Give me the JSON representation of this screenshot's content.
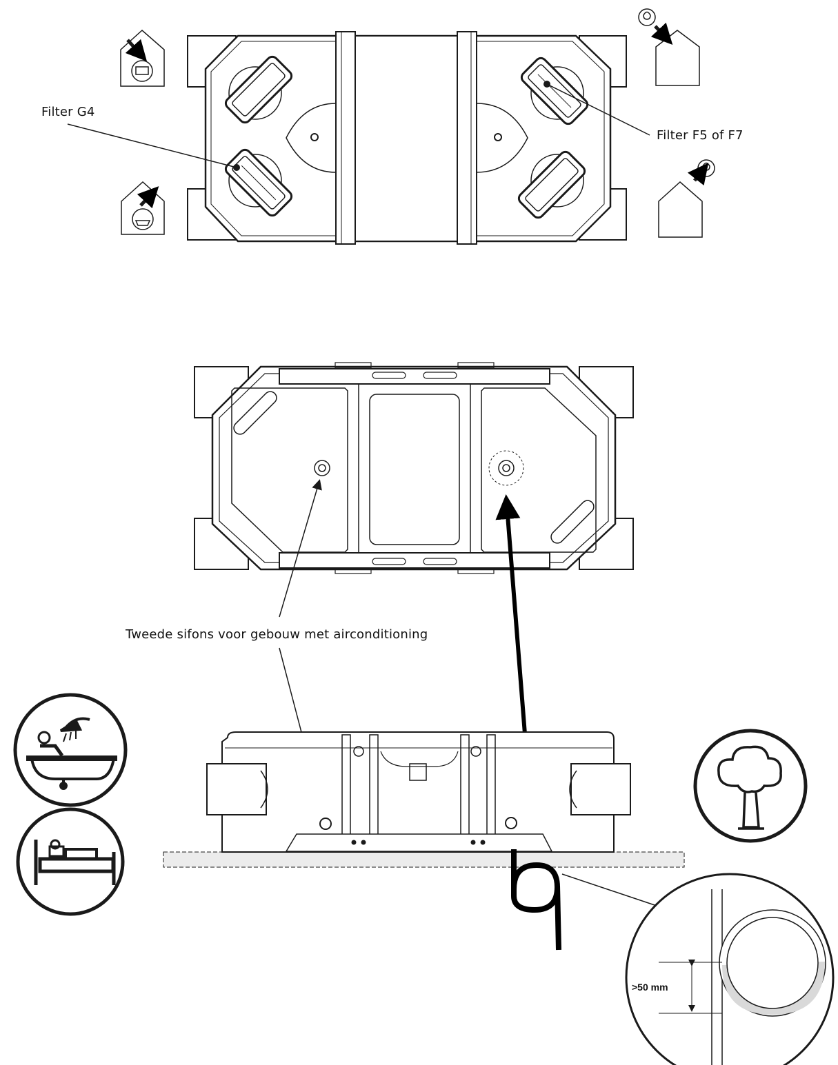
{
  "labels": {
    "filter_g4": "Filter G4",
    "filter_f5_f7": "Filter F5 of F7",
    "second_siphon": "Tweede sifons voor gebouw met airconditioning",
    "clearance": ">50 mm"
  },
  "icons": {
    "indoor_extract_top": "house-bed-icon",
    "indoor_extract_bottom": "house-bath-icon",
    "outdoor_top": "house-tree-icon",
    "outdoor_bottom": "house-tree-icon",
    "bathroom": "bathtub-shower-icon",
    "bedroom": "bed-icon",
    "outdoor": "tree-icon"
  },
  "colors": {
    "line": "#1a1a1a",
    "fill": "#ffffff",
    "floor": "#e6e6e6"
  }
}
